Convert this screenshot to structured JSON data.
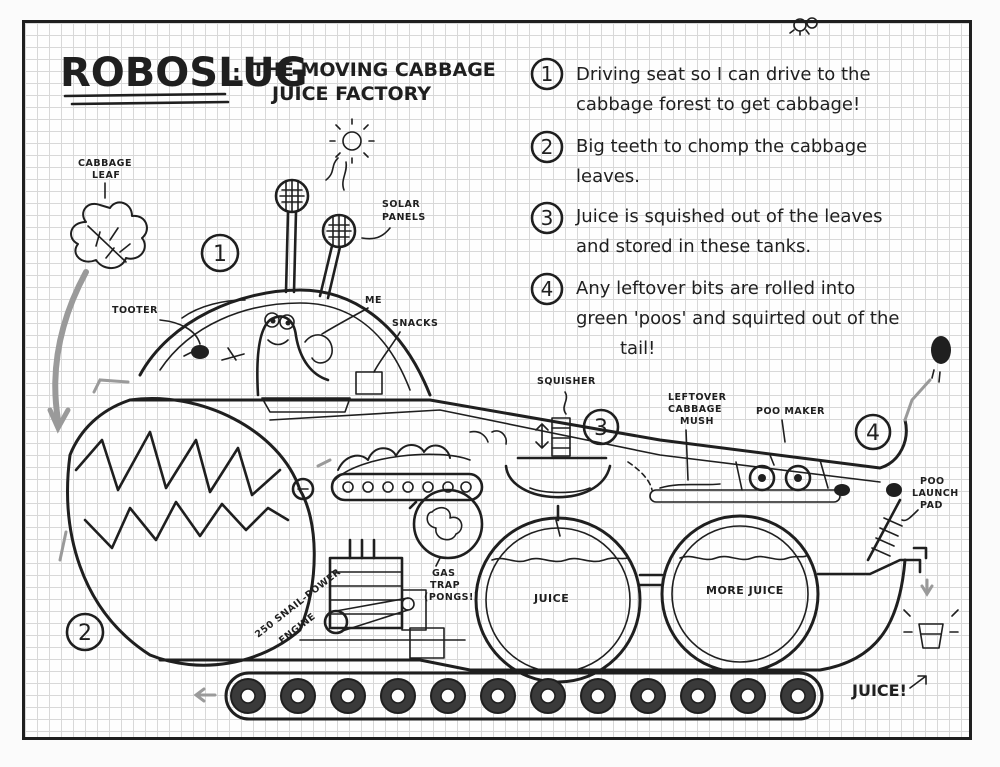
{
  "title": {
    "main": "ROBOSLUG",
    "colon": ":",
    "line1": "THE MOVING CABBAGE",
    "line2": "JUICE FACTORY"
  },
  "notes": [
    {
      "num": "1",
      "line1": "Driving seat so I can drive to the",
      "line2": "cabbage forest to get cabbage!",
      "line3": ""
    },
    {
      "num": "2",
      "line1": "Big teeth to chomp the cabbage",
      "line2": "leaves.",
      "line3": ""
    },
    {
      "num": "3",
      "line1": "Juice is squished out of the leaves",
      "line2": "and stored in these tanks.",
      "line3": ""
    },
    {
      "num": "4",
      "line1": "Any leftover bits are rolled into",
      "line2": "green 'poos' and squirted out of the",
      "line3": "tail!"
    }
  ],
  "callouts": {
    "c1": "1",
    "c2": "2",
    "c3": "3",
    "c4": "4"
  },
  "labels": {
    "cabbage_leaf_1": "CABBAGE",
    "cabbage_leaf_2": "LEAF",
    "solar_1": "SOLAR",
    "solar_2": "PANELS",
    "tooter": "TOOTER",
    "me": "ME",
    "snacks": "SNACKS",
    "squisher": "SQUISHER",
    "mush_1": "LEFTOVER",
    "mush_2": "CABBAGE",
    "mush_3": "MUSH",
    "poo_maker": "POO MAKER",
    "poo_pad_1": "POO",
    "poo_pad_2": "LAUNCH",
    "poo_pad_3": "PAD",
    "gas_1": "GAS",
    "gas_2": "TRAP",
    "gas_3": "(PONGS!)",
    "juice": "JUICE",
    "more_juice": "MORE JUICE",
    "engine_1": "250 SNAIL-POWER",
    "engine_2": "ENGINE",
    "juice_out": "JUICE!"
  },
  "colors": {
    "ink": "#1f1f1f",
    "grid": "#d8d8d8",
    "arrow_gray": "#9a9a9a"
  }
}
